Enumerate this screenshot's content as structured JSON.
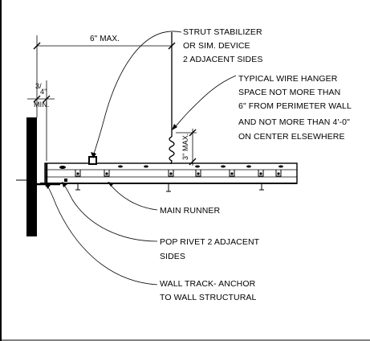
{
  "dimensions": {
    "max_6": "6\" MAX.",
    "min_3_4_top": "3/",
    "min_3_4_bottom": "4\"",
    "min_label": "MIN.",
    "max_3": "3\" MAX."
  },
  "callouts": {
    "strut_stabilizer": [
      "STRUT STABILIZER",
      "OR SIM. DEVICE",
      "2 ADJACENT SIDES"
    ],
    "wire_hanger": [
      "TYPICAL WIRE HANGER",
      "SPACE NOT MORE THAN",
      "6\" FROM PERIMETER WALL",
      "AND NOT MORE THAN 4'-0\"",
      "ON CENTER ELSEWHERE"
    ],
    "main_runner": [
      "MAIN RUNNER"
    ],
    "pop_rivet": [
      "POP RIVET 2 ADJACENT",
      "SIDES"
    ],
    "wall_track": [
      "WALL TRACK- ANCHOR",
      "TO WALL STRUCTURAL"
    ]
  }
}
